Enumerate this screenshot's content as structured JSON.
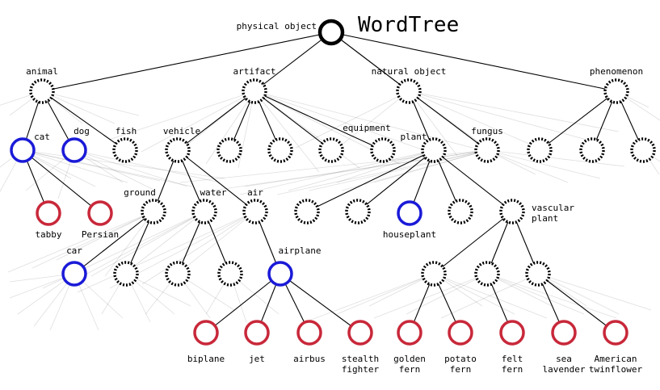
{
  "title": "WordTree",
  "colors": {
    "blue": "#1a1ad8",
    "red": "#c8283a",
    "dotted": "#000000"
  },
  "nodes": [
    {
      "id": "root",
      "label": "physical object",
      "style": "root"
    },
    {
      "id": "animal",
      "label": "animal",
      "style": "dotted"
    },
    {
      "id": "artifact",
      "label": "artifact",
      "style": "dotted"
    },
    {
      "id": "natural_object",
      "label": "natural object",
      "style": "dotted"
    },
    {
      "id": "phenomenon",
      "label": "phenomenon",
      "style": "dotted"
    },
    {
      "id": "cat",
      "label": "cat",
      "style": "blue"
    },
    {
      "id": "dog",
      "label": "dog",
      "style": "blue"
    },
    {
      "id": "fish",
      "label": "fish",
      "style": "dotted"
    },
    {
      "id": "vehicle",
      "label": "vehicle",
      "style": "dotted"
    },
    {
      "id": "art_b",
      "label": "",
      "style": "dotted"
    },
    {
      "id": "art_c",
      "label": "",
      "style": "dotted"
    },
    {
      "id": "art_d",
      "label": "",
      "style": "dotted"
    },
    {
      "id": "equipment",
      "label": "equipment",
      "style": "dotted"
    },
    {
      "id": "plant",
      "label": "plant",
      "style": "dotted"
    },
    {
      "id": "fungus",
      "label": "fungus",
      "style": "dotted"
    },
    {
      "id": "phen_a",
      "label": "",
      "style": "dotted"
    },
    {
      "id": "phen_b",
      "label": "",
      "style": "dotted"
    },
    {
      "id": "phen_c",
      "label": "",
      "style": "dotted"
    },
    {
      "id": "tabby",
      "label": "tabby",
      "style": "red"
    },
    {
      "id": "persian",
      "label": "Persian",
      "style": "red"
    },
    {
      "id": "ground",
      "label": "ground",
      "style": "dotted"
    },
    {
      "id": "water",
      "label": "water",
      "style": "dotted"
    },
    {
      "id": "air",
      "label": "air",
      "style": "dotted"
    },
    {
      "id": "plant_a",
      "label": "",
      "style": "dotted"
    },
    {
      "id": "plant_b",
      "label": "",
      "style": "dotted"
    },
    {
      "id": "houseplant",
      "label": "houseplant",
      "style": "blue"
    },
    {
      "id": "plant_c",
      "label": "",
      "style": "dotted"
    },
    {
      "id": "vascular",
      "label": "vascular plant",
      "style": "dotted"
    },
    {
      "id": "car",
      "label": "car",
      "style": "blue"
    },
    {
      "id": "veh_b",
      "label": "",
      "style": "dotted"
    },
    {
      "id": "veh_c",
      "label": "",
      "style": "dotted"
    },
    {
      "id": "veh_d",
      "label": "",
      "style": "dotted"
    },
    {
      "id": "airplane",
      "label": "airplane",
      "style": "blue"
    },
    {
      "id": "vasc_a",
      "label": "",
      "style": "dotted"
    },
    {
      "id": "vasc_b",
      "label": "",
      "style": "dotted"
    },
    {
      "id": "vasc_c",
      "label": "",
      "style": "dotted"
    },
    {
      "id": "biplane",
      "label": "biplane",
      "style": "red"
    },
    {
      "id": "jet",
      "label": "jet",
      "style": "red"
    },
    {
      "id": "airbus",
      "label": "airbus",
      "style": "red"
    },
    {
      "id": "stealth",
      "label": "stealth fighter",
      "style": "red"
    },
    {
      "id": "golden",
      "label": "golden fern",
      "style": "red"
    },
    {
      "id": "potato",
      "label": "potato fern",
      "style": "red"
    },
    {
      "id": "felt",
      "label": "felt fern",
      "style": "red"
    },
    {
      "id": "sealav",
      "label": "sea lavender",
      "style": "red"
    },
    {
      "id": "twinflower",
      "label": "American twinflower",
      "style": "red"
    }
  ],
  "edges": [
    [
      "root",
      "animal"
    ],
    [
      "root",
      "artifact"
    ],
    [
      "root",
      "natural_object"
    ],
    [
      "root",
      "phenomenon"
    ],
    [
      "animal",
      "cat"
    ],
    [
      "animal",
      "dog"
    ],
    [
      "animal",
      "fish"
    ],
    [
      "artifact",
      "vehicle"
    ],
    [
      "artifact",
      "art_b"
    ],
    [
      "artifact",
      "art_c"
    ],
    [
      "artifact",
      "art_d"
    ],
    [
      "artifact",
      "equipment"
    ],
    [
      "natural_object",
      "plant"
    ],
    [
      "natural_object",
      "fungus"
    ],
    [
      "phenomenon",
      "phen_a"
    ],
    [
      "phenomenon",
      "phen_b"
    ],
    [
      "phenomenon",
      "phen_c"
    ],
    [
      "cat",
      "tabby"
    ],
    [
      "cat",
      "persian"
    ],
    [
      "vehicle",
      "ground"
    ],
    [
      "vehicle",
      "water"
    ],
    [
      "vehicle",
      "air"
    ],
    [
      "plant",
      "plant_a"
    ],
    [
      "plant",
      "plant_b"
    ],
    [
      "plant",
      "houseplant"
    ],
    [
      "plant",
      "plant_c"
    ],
    [
      "plant",
      "vascular"
    ],
    [
      "ground",
      "car"
    ],
    [
      "ground",
      "veh_b"
    ],
    [
      "water",
      "veh_c"
    ],
    [
      "water",
      "veh_d"
    ],
    [
      "air",
      "airplane"
    ],
    [
      "vascular",
      "vasc_a"
    ],
    [
      "vascular",
      "vasc_b"
    ],
    [
      "vascular",
      "vasc_c"
    ],
    [
      "airplane",
      "biplane"
    ],
    [
      "airplane",
      "jet"
    ],
    [
      "airplane",
      "airbus"
    ],
    [
      "airplane",
      "stealth"
    ],
    [
      "vasc_a",
      "golden"
    ],
    [
      "vasc_a",
      "potato"
    ],
    [
      "vasc_b",
      "felt"
    ],
    [
      "vasc_c",
      "sealav"
    ],
    [
      "vasc_c",
      "twinflower"
    ]
  ]
}
